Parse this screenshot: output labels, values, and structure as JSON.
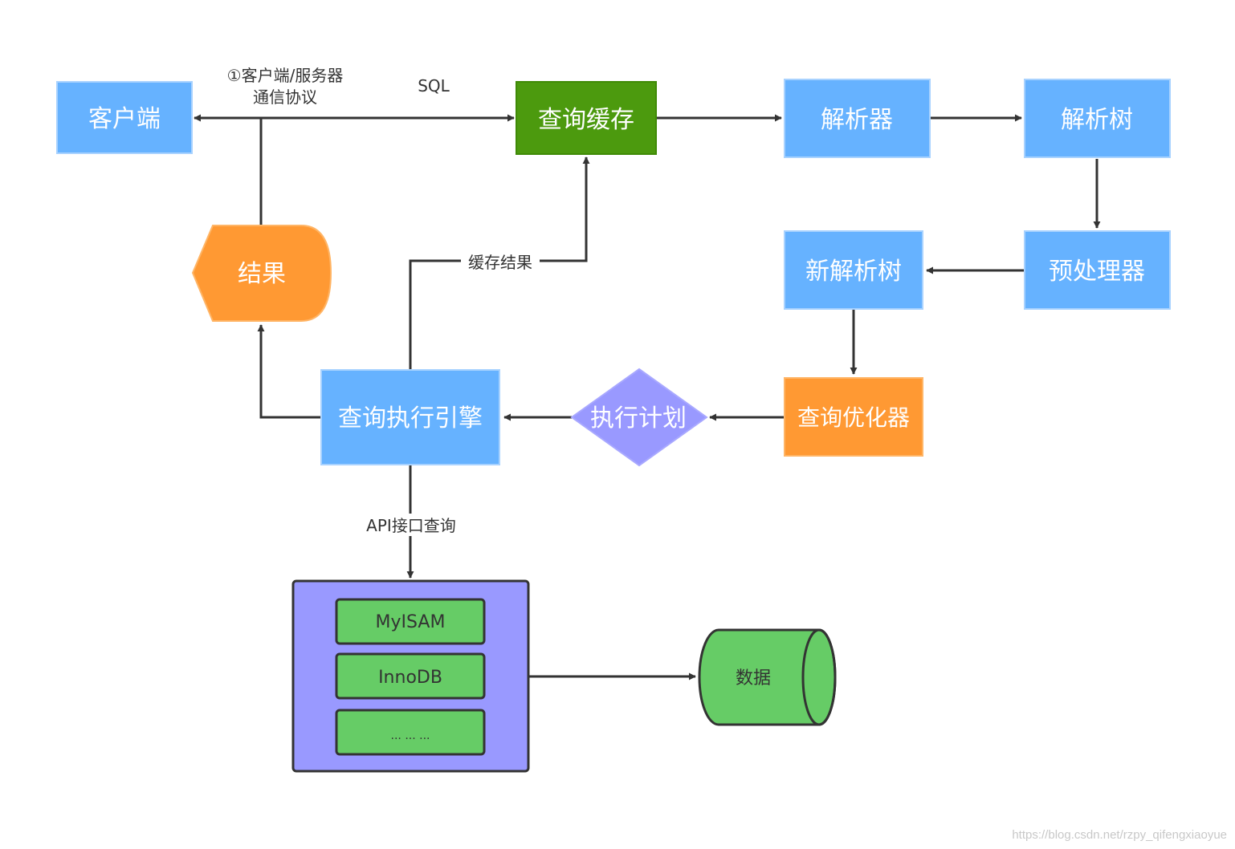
{
  "nodes": {
    "client": "客户端",
    "query_cache": "查询缓存",
    "parser": "解析器",
    "parse_tree": "解析树",
    "preprocessor": "预处理器",
    "new_parse_tree": "新解析树",
    "query_optimizer": "查询优化器",
    "execution_plan": "执行计划",
    "query_engine": "查询执行引擎",
    "result": "结果",
    "data": "数据"
  },
  "storage_engines": [
    "MyISAM",
    "InnoDB",
    "...   ...   ..."
  ],
  "edge_labels": {
    "protocol_line1": "①客户端/服务器",
    "protocol_line2": "通信协议",
    "sql": "SQL",
    "cache_result": "缓存结果",
    "api_query": "API接口查询"
  },
  "watermark": "https://blog.csdn.net/rzpy_qifengxiaoyue",
  "colors": {
    "blue": "#66b2ff",
    "blue_border": "#a8d2ff",
    "green_dark": "#4c9a0e",
    "orange": "#ff9933",
    "purple": "#9999ff",
    "green_light": "#66cc66",
    "line": "#333333"
  }
}
